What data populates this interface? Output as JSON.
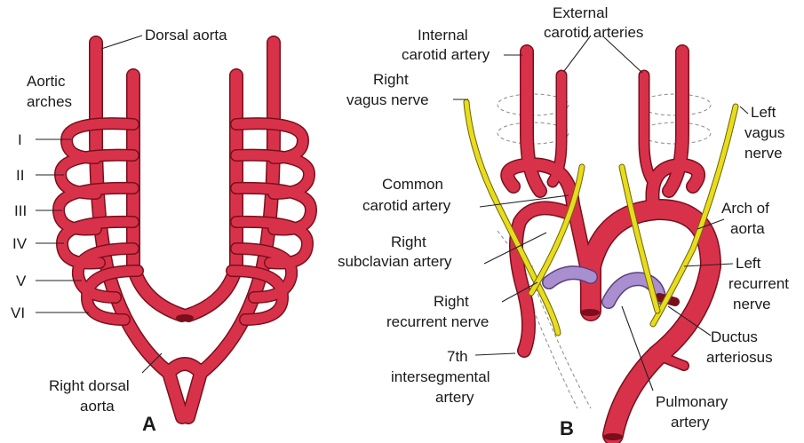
{
  "colors": {
    "artery": "#d8324a",
    "artery_outline": "#7a0f1c",
    "nerve": "#e8dc1e",
    "pulmonary": "#a98fd0"
  },
  "panel_a": {
    "letter": "A",
    "labels": {
      "dorsal_aorta": "Dorsal aorta",
      "aortic_arches_1": "Aortic",
      "aortic_arches_2": "arches",
      "right_dorsal_aorta_1": "Right dorsal",
      "right_dorsal_aorta_2": "aorta"
    },
    "arches": [
      "I",
      "II",
      "III",
      "IV",
      "V",
      "VI"
    ]
  },
  "panel_b": {
    "letter": "B",
    "labels": {
      "external_carotid_1": "External",
      "external_carotid_2": "carotid arteries",
      "internal_carotid_1": "Internal",
      "internal_carotid_2": "carotid artery",
      "right_vagus_1": "Right",
      "right_vagus_2": "vagus nerve",
      "left_vagus_1": "Left",
      "left_vagus_2": "vagus",
      "left_vagus_3": "nerve",
      "common_carotid_1": "Common",
      "common_carotid_2": "carotid artery",
      "arch_aorta_1": "Arch of",
      "arch_aorta_2": "aorta",
      "right_subclavian_1": "Right",
      "right_subclavian_2": "subclavian artery",
      "left_recurrent_1": "Left",
      "left_recurrent_2": "recurrent",
      "left_recurrent_3": "nerve",
      "right_recurrent_1": "Right",
      "right_recurrent_2": "recurrent nerve",
      "ductus_1": "Ductus",
      "ductus_2": "arteriosus",
      "seventh_1": "7th",
      "seventh_2": "intersegmental",
      "seventh_3": "artery",
      "pulmonary_1": "Pulmonary",
      "pulmonary_2": "artery"
    }
  }
}
